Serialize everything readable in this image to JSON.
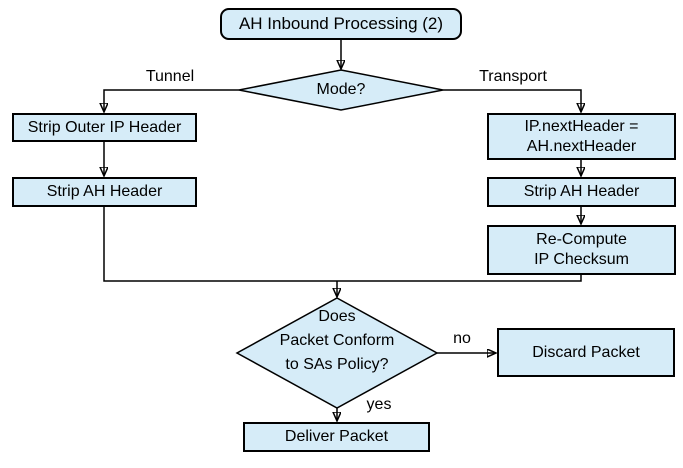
{
  "diagram": {
    "title_node": "AH Inbound Processing (2)",
    "nodes": {
      "mode_decision": "Mode?",
      "strip_outer_ip": "Strip Outer IP Header",
      "strip_ah_left": "Strip AH Header",
      "ip_next_header": {
        "line1": "IP.nextHeader =",
        "line2": "AH.nextHeader"
      },
      "strip_ah_right": "Strip AH Header",
      "recompute_checksum": {
        "line1": "Re-Compute",
        "line2": "IP Checksum"
      },
      "policy_decision": {
        "line1": "Does",
        "line2": "Packet Conform",
        "line3": "to SAs Policy?"
      },
      "discard_packet": "Discard Packet",
      "deliver_packet": "Deliver Packet"
    },
    "edge_labels": {
      "tunnel": "Tunnel",
      "transport": "Transport",
      "no": "no",
      "yes": "yes"
    },
    "colors": {
      "node_fill": "#d6ecf8",
      "node_border": "#000000",
      "connector": "#000000",
      "canvas_bg": "#ffffff"
    }
  }
}
